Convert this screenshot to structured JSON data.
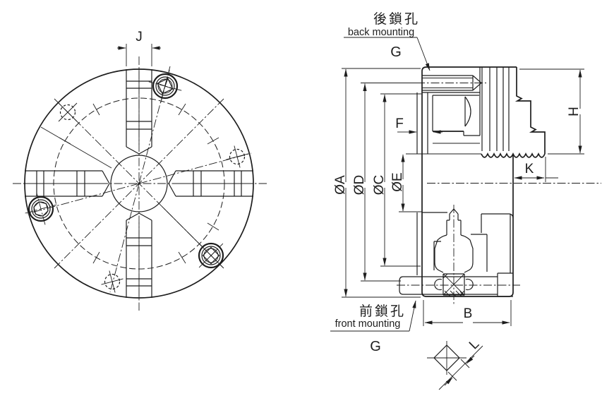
{
  "drawing": {
    "line_color": "#1d1d1d",
    "background": "#ffffff",
    "front_view": {
      "dim_slot_width": "J"
    },
    "section_view": {
      "dim_outer_diameter": "ØA",
      "dim_mount_hole_circle": "ØD",
      "dim_bolt_circle": "ØC",
      "dim_bore": "ØE",
      "dim_flange": "F",
      "dim_jaw_height": "H",
      "dim_jaw_step": "K",
      "dim_body_depth": "B",
      "dim_key_width": "L"
    },
    "annotations": {
      "back_label_zh": "後鎖孔",
      "back_label_en": "back mounting",
      "back_ref": "G",
      "front_label_zh": "前鎖孔",
      "front_label_en": "front mounting",
      "front_ref": "G"
    }
  }
}
